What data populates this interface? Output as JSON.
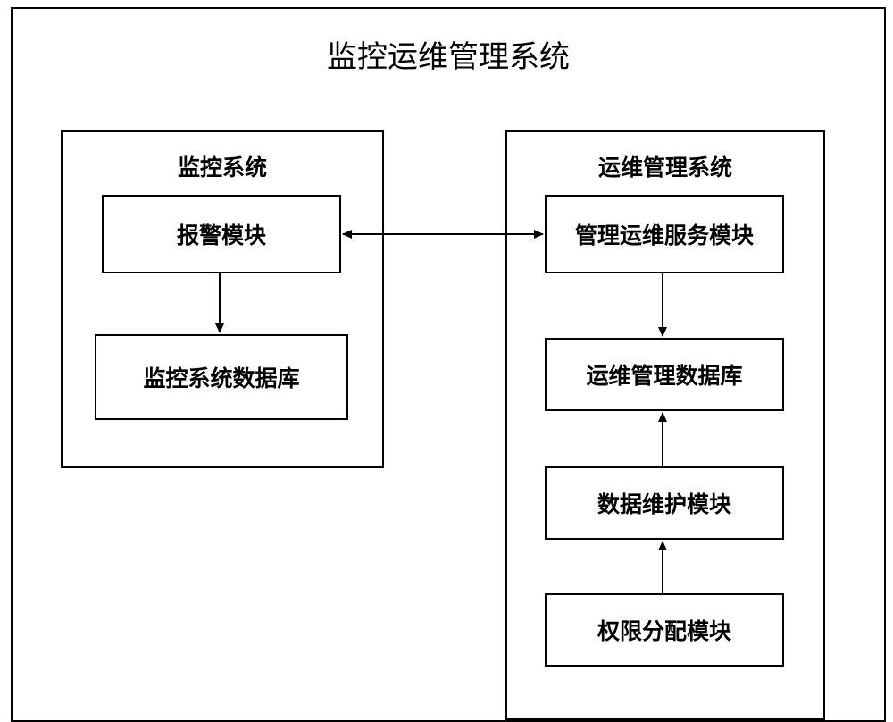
{
  "title": "监控运维管理系统",
  "monitor_system": {
    "title": "监控系统",
    "modules": {
      "alarm": "报警模块",
      "database": "监控系统数据库"
    }
  },
  "ops_system": {
    "title": "运维管理系统",
    "modules": {
      "service": "管理运维服务模块",
      "database": "运维管理数据库",
      "maintenance": "数据维护模块",
      "permission": "权限分配模块"
    }
  }
}
